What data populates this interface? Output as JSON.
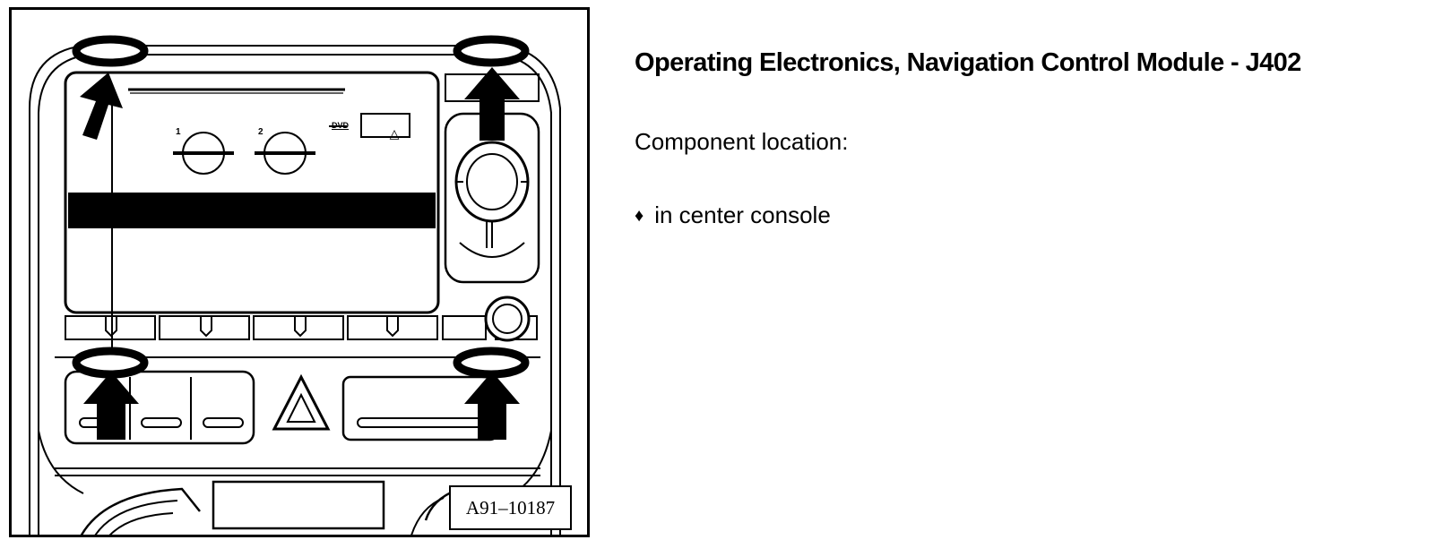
{
  "document": {
    "title": "Operating Electronics, Navigation Control Module - J402",
    "section_label": "Component location:",
    "bullet_glyph": "♦",
    "location_item": "in center console"
  },
  "figure": {
    "figure_id": "A91–10187",
    "slot_label_1": "1",
    "slot_label_2": "2",
    "dvd_label": "DVD",
    "eject_symbol": "△"
  }
}
